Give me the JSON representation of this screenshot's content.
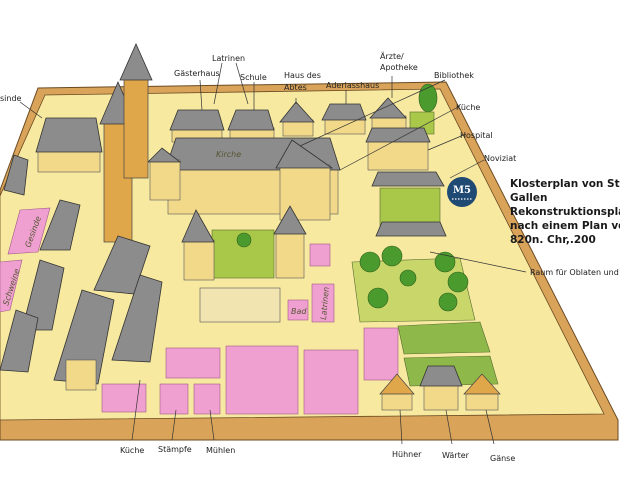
{
  "labels": {
    "gesinde_top": "sinde",
    "latrinen_top": "Latrinen",
    "gaesterhaus": "Gästerhaus",
    "schule": "Schule",
    "haus_abtes_1": "Haus des",
    "haus_abtes_2": "Abtes",
    "aderlasshaus": "Aderlasshaus",
    "aerzte_1": "Ärzte/",
    "aerzte_2": "Apotheke",
    "bibliothek": "Bibliothek",
    "kueche_top": "Küche",
    "hospital": "Hospital",
    "noviziat": "Noviziat",
    "raum_oblaten": "Raum für Oblaten und Ö",
    "kueche_bottom": "Küche",
    "staempfe": "Stämpfe",
    "muehlen": "Mühlen",
    "huehner": "Hühner",
    "waerter": "Wärter",
    "gaense": "Gänse"
  },
  "inline_labels": {
    "kirche": "Kirche",
    "gesinde": "Gesinde",
    "schweine": "Schweine",
    "bad": "Bad",
    "latrinen": "Latrinen"
  },
  "badge": "M5",
  "caption": [
    "Klosterplan von St.",
    "Gallen",
    "Rekonstruktionsplan",
    "nach einem Plan von",
    "820n. Chr,.200"
  ]
}
